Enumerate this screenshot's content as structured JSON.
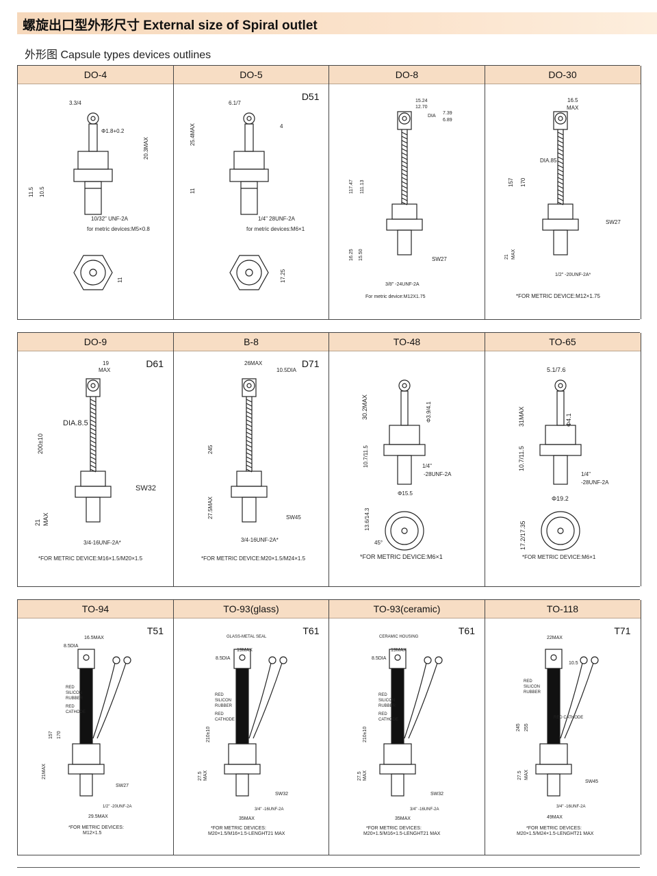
{
  "header": {
    "title": "螺旋出口型外形尺寸 External size of Spiral outlet",
    "subtitle": "外形图 Capsule types devices outlines"
  },
  "rows": [
    {
      "cells": [
        {
          "name": "DO-4",
          "code": "",
          "labels": [
            "3.3/4",
            "Φ1.8+0.2",
            "20.3MAX",
            "11.5",
            "10.5",
            "10/32\" UNF-2A",
            "for metric devices:M5×0.8",
            "11"
          ]
        },
        {
          "name": "DO-5",
          "code": "D51",
          "labels": [
            "6.1/7",
            "4",
            "25.4MAX",
            "11",
            "1/4\" 28UNF-2A",
            "for metric devices:M6×1",
            "17.25"
          ]
        },
        {
          "name": "DO-8",
          "code": "",
          "labels": [
            "15.24",
            "12.70",
            "DIA",
            "7.39",
            "6.89",
            "117.47",
            "111.13",
            "16.25",
            "15.50",
            "SW27",
            "3/8\" -24UNF-2A",
            "For metric device:M12X1.75"
          ]
        },
        {
          "name": "DO-30",
          "code": "",
          "labels": [
            "16.5",
            "MAX",
            "DIA.85",
            "157",
            "170",
            "SW27",
            "21",
            "MAX",
            "1/2\" -20UNF-2A*",
            "*FOR METRIC DEVICE:M12×1.75"
          ]
        }
      ]
    },
    {
      "cells": [
        {
          "name": "DO-9",
          "code": "D61",
          "labels": [
            "19",
            "MAX",
            "DIA.8.5",
            "200±10",
            "SW32",
            "21",
            "MAX",
            "3/4-16UNF-2A*",
            "*FOR METRIC DEVICE:M16×1.5/M20×1.5"
          ]
        },
        {
          "name": "B-8",
          "code": "D71",
          "labels": [
            "26MAX",
            "10.5DIA",
            "245",
            "27.5MAX",
            "SW45",
            "3/4-16UNF-2A*",
            "*FOR METRIC DEVICE:M20×1.5/M24×1.5"
          ]
        },
        {
          "name": "TO-48",
          "code": "",
          "labels": [
            "30.2MAX",
            "Φ3.9/4.1",
            "10.7/11.5",
            "1/4\"",
            "-28UNF-2A",
            "Φ15.5",
            "13.6/14.3",
            "45°",
            "*FOR METRIC DEVICE:M6×1"
          ]
        },
        {
          "name": "TO-65",
          "code": "",
          "labels": [
            "5.1/7.6",
            "Φ4.1",
            "31MAX",
            "10.7/11.5",
            "1/4\"",
            "-28UNF-2A",
            "Φ19.2",
            "17.2/17.35",
            "*FOR METRIC DEVICE:M6×1"
          ]
        }
      ]
    },
    {
      "cells": [
        {
          "name": "TO-94",
          "code": "T51",
          "labels": [
            "16.5MAX",
            "8.5DIA",
            "RED",
            "SILICON",
            "RUBBER",
            "RED",
            "CATHODE",
            "157",
            "170",
            "21MAX",
            "SW27",
            "1/2\" -20UNF-2A",
            "29.5MAX",
            "*FOR METRIC DEVICES:",
            "M12×1.5"
          ]
        },
        {
          "name": "TO-93(glass)",
          "code": "T61",
          "labels": [
            "GLASS-METAL SEAL",
            "19MAX",
            "8.5DIA",
            "RED",
            "SILICON",
            "RUBBER",
            "RED",
            "CATHODE",
            "210±10",
            "27.5",
            "MAX",
            "SW32",
            "3/4\" -16UNF-2A",
            "35MAX",
            "*FOR METRIC DEVICES:",
            "M20×1.5/M16×1.5-LENGHT21 MAX"
          ]
        },
        {
          "name": "TO-93(ceramic)",
          "code": "T61",
          "labels": [
            "CERAMIC HOUSING",
            "19MAX",
            "8.5DIA",
            "RED",
            "SILICON",
            "RUBBER",
            "RED",
            "CATHODE",
            "210±10",
            "27.5",
            "MAX",
            "SW32",
            "3/4\" -16UNF-2A",
            "35MAX",
            "*FOR METRIC DEVICES:",
            "M20×1.5/M16×1.5-LENGHT21 MAX"
          ]
        },
        {
          "name": "TO-118",
          "code": "T71",
          "labels": [
            "22MAX",
            "10.5",
            "RED",
            "SILICON",
            "RUBBER",
            "RED CATHODE",
            "245",
            "255",
            "27.5",
            "MAX",
            "SW45",
            "3/4\" -16UNF-2A",
            "49MAX",
            "*FOR METRIC DEVICES:",
            "M20×1.5/M24×1.5-LENGHT21 MAX"
          ]
        }
      ]
    }
  ]
}
